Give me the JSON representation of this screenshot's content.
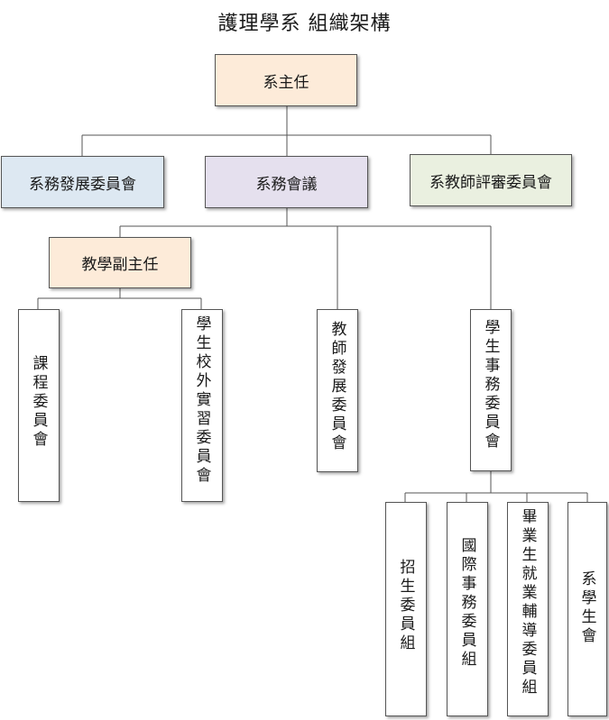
{
  "title": "護理學系 組織架構",
  "colors": {
    "head": "#fdebd9",
    "left_committee": "#dde8f2",
    "meeting": "#e5e0ee",
    "right_committee": "#eaf0e0",
    "vice": "#fdebd9",
    "plain": "#ffffff",
    "line": "#555555"
  },
  "nodes": {
    "head": "系主任",
    "dev_committee": "系務發展委員會",
    "affairs_meeting": "系務會議",
    "faculty_review": "系教師評審委員會",
    "vice_director": "教學副主任",
    "curriculum": "課程委員會",
    "internship": "學生校外實習委員會",
    "teacher_dev": "教師發展委員會",
    "student_affairs": "學生事務委員會",
    "admissions": "招生委員組",
    "international": "國際事務委員組",
    "career": "畢業生就業輔導委員組",
    "student_assoc": "系學生會"
  }
}
